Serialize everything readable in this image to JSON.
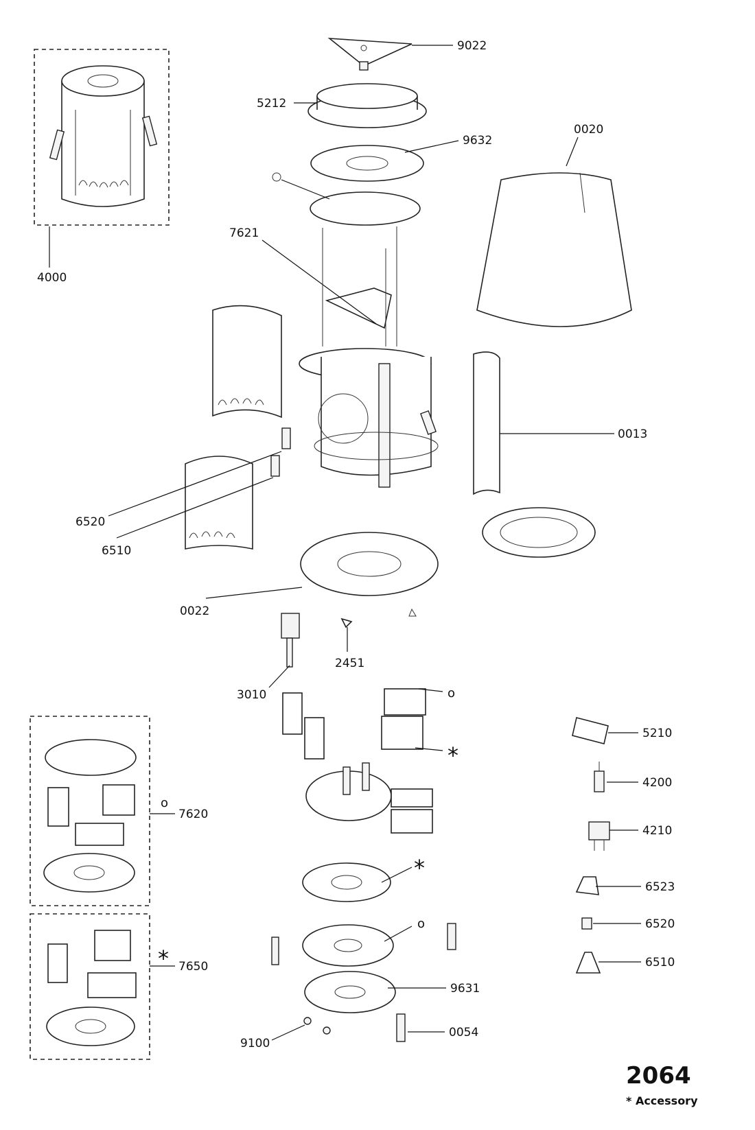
{
  "diagram_id": "2064",
  "legend": "* Accessory",
  "labels": {
    "p9022": "9022",
    "p5212": "5212",
    "p9632": "9632",
    "p0020": "0020",
    "p7621": "7621",
    "p4000": "4000",
    "p0013": "0013",
    "p6520a": "6520",
    "p6510a": "6510",
    "p0022": "0022",
    "p3010": "3010",
    "p2451": "2451",
    "p5210": "5210",
    "p4200": "4200",
    "p4210": "4210",
    "p7620": "7620",
    "p7650": "7650",
    "p6523": "6523",
    "p6520b": "6520",
    "p6510b": "6510",
    "p9631": "9631",
    "p9100": "9100",
    "p0054": "0054"
  },
  "markers": {
    "circle": "o",
    "star": "*"
  }
}
